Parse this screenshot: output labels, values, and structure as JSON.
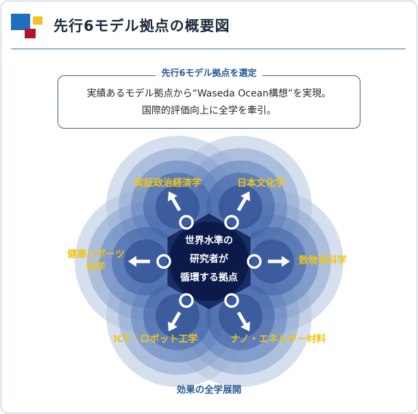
{
  "header": {
    "title": "先行6モデル拠点の概要図"
  },
  "selection": {
    "label": "先行6モデル拠点を選定",
    "line1": "実績あるモデル拠点から“Waseda Ocean構想”を実現。",
    "line2": "国際的評価向上に全学を牽引。"
  },
  "diagram": {
    "center_lines": [
      "世界水準の",
      "研究者が",
      "循環する拠点"
    ],
    "petals": [
      {
        "lines": [
          "実証政治経済学"
        ]
      },
      {
        "lines": [
          "日本文化学"
        ]
      },
      {
        "lines": [
          "数物系科学"
        ]
      },
      {
        "lines": [
          "ナノ・エネルギー材料"
        ]
      },
      {
        "lines": [
          "ICT・ロボット工学"
        ]
      },
      {
        "lines": [
          "健康スポーツ",
          "科学"
        ]
      }
    ],
    "bottom_caption": "効果の全学展開"
  },
  "colors": {
    "label_yellow": "#f0c419",
    "caption_blue": "#2a5a91",
    "petal_outer": "#b2c2de",
    "center_dark": "#0d1b4e"
  }
}
